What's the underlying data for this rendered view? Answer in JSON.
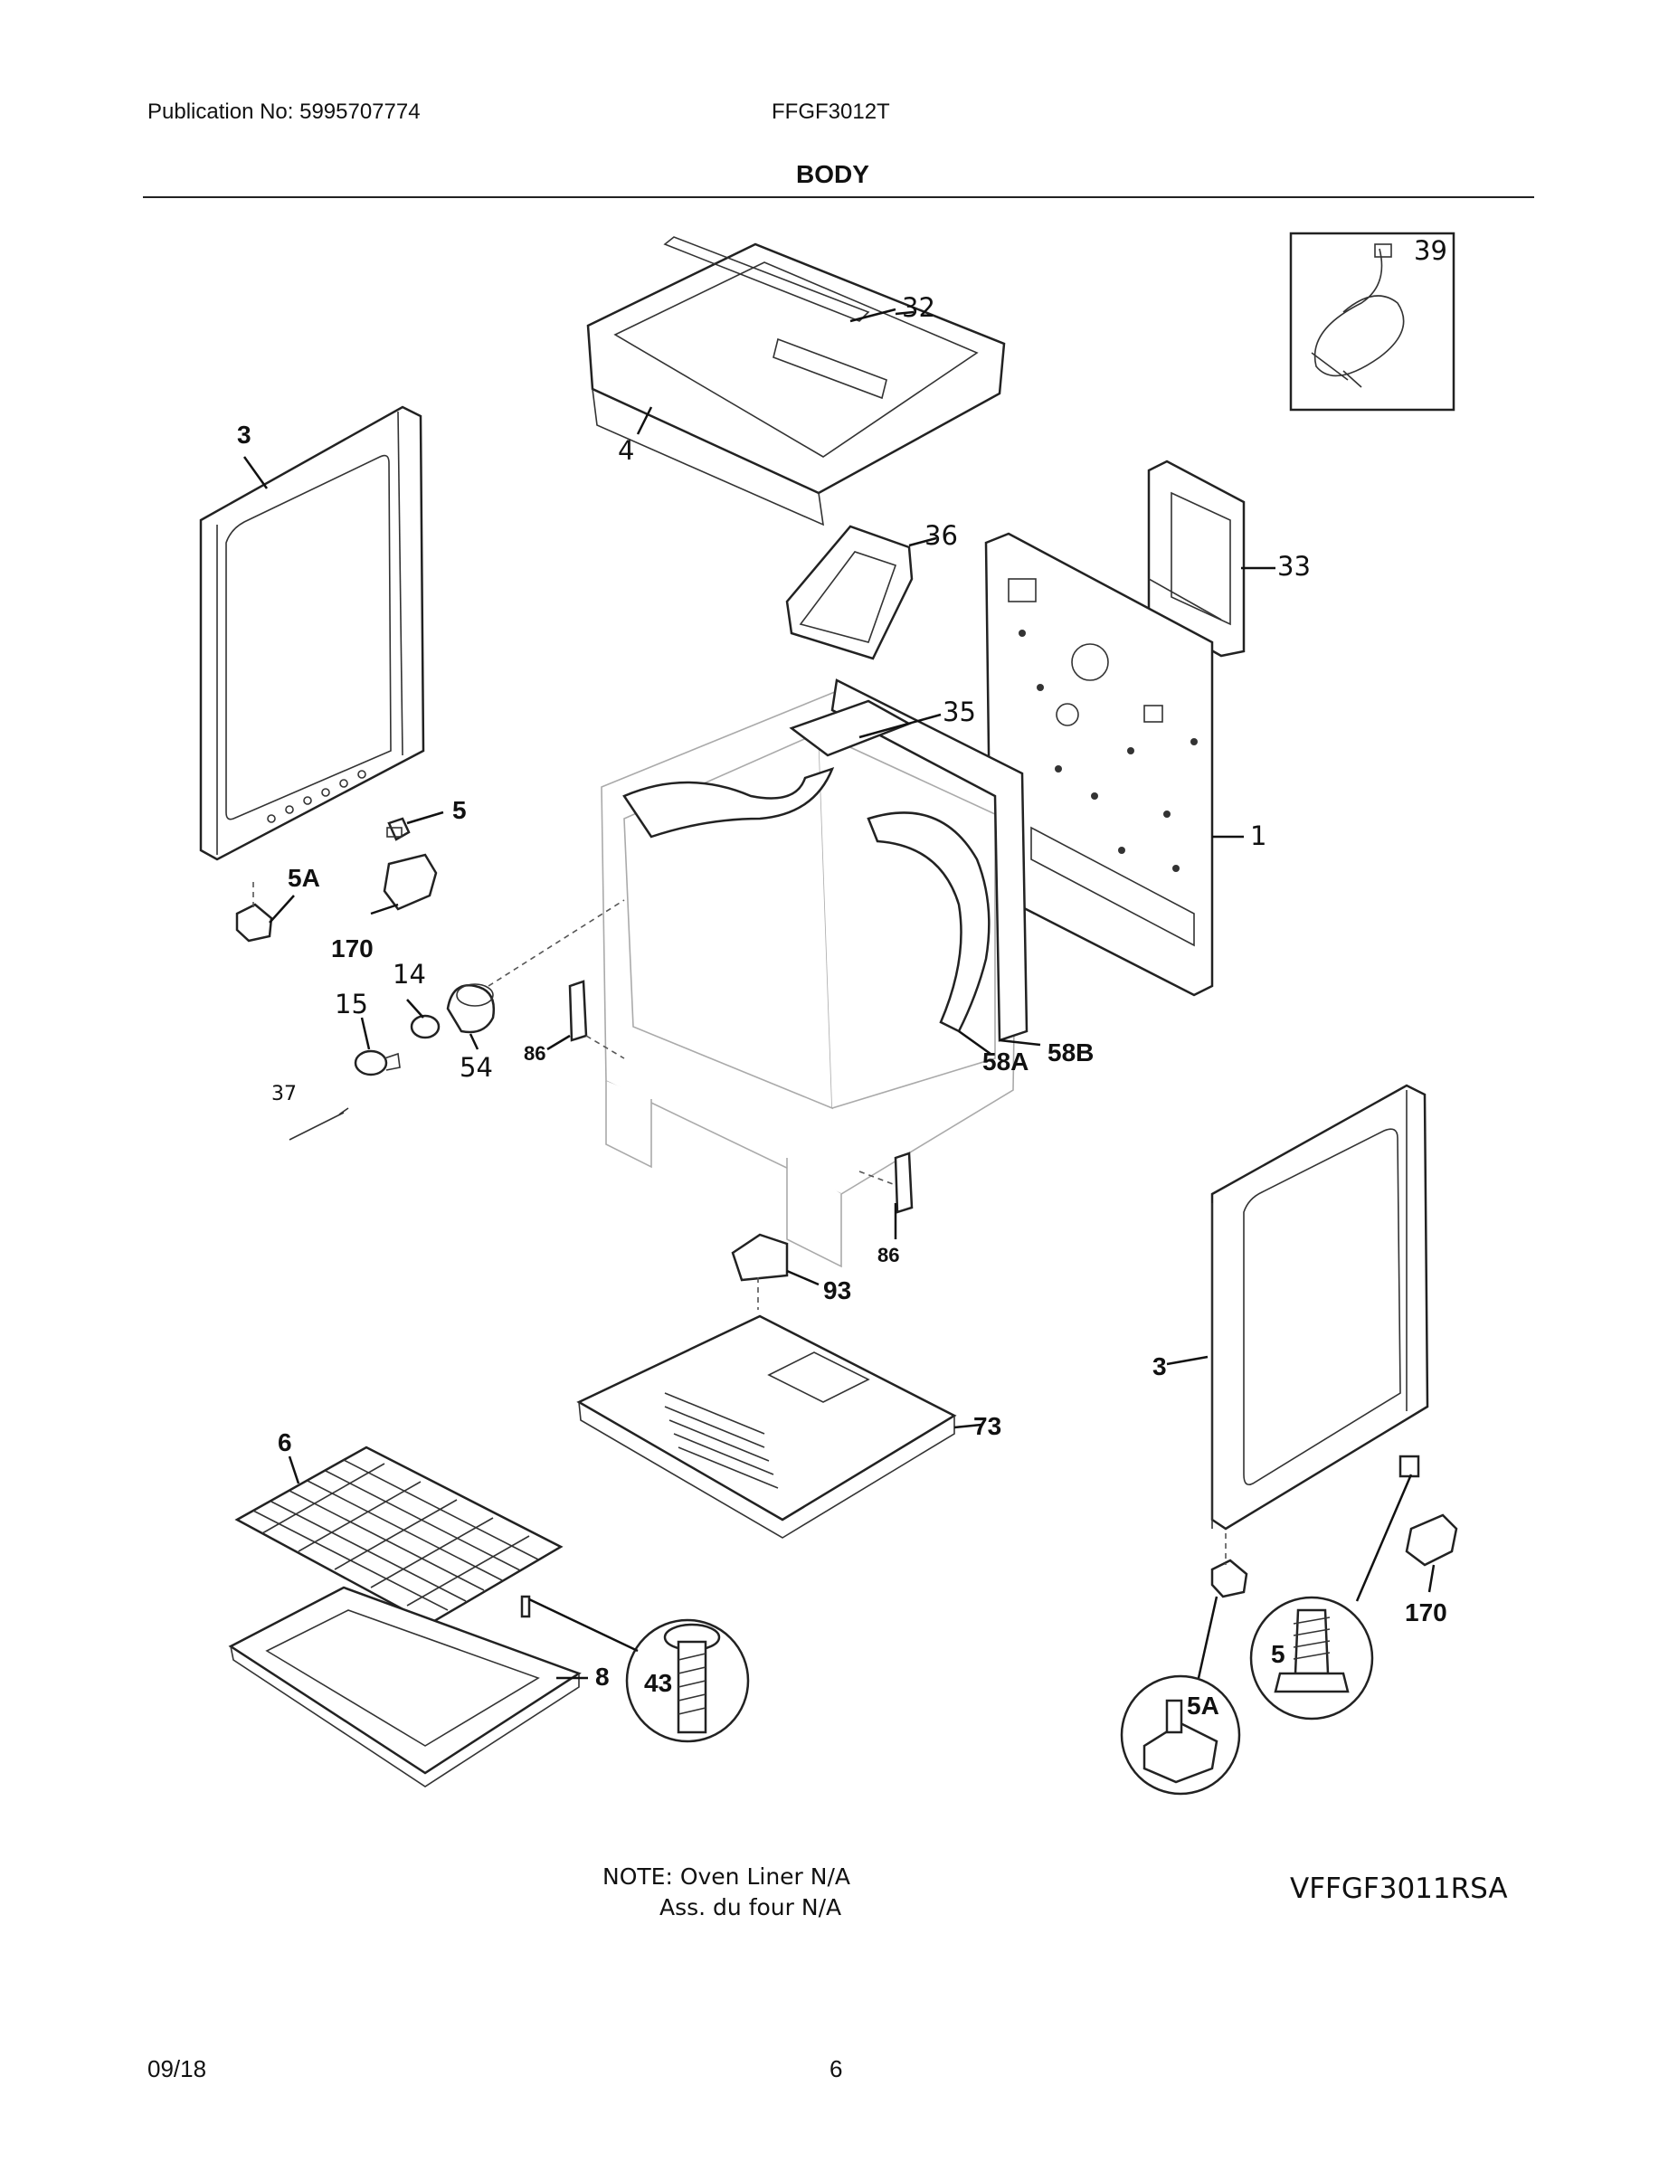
{
  "header": {
    "publication": "Publication No: 5995707774",
    "model": "FFGF3012T",
    "section_title": "BODY"
  },
  "callouts": {
    "c39": "39",
    "c32": "32",
    "c4": "4",
    "c3_left": "3",
    "c36": "36",
    "c33": "33",
    "c35": "35",
    "c1": "1",
    "c5": "5",
    "c5a": "5A",
    "c170": "170",
    "c14": "14",
    "c15": "15",
    "c54": "54",
    "c86_left": "86",
    "c58a": "58A",
    "c58b": "58B",
    "c37": "37",
    "c86_bottom": "86",
    "c93": "93",
    "c73": "73",
    "c3_right": "3",
    "c6": "6",
    "c8": "8",
    "c43": "43",
    "c170_right": "170",
    "c5_detail": "5",
    "c5a_detail": "5A"
  },
  "notes": {
    "line1": "NOTE: Oven Liner N/A",
    "line2": "Ass. du four N/A"
  },
  "diagram_code": "VFFGF3011RSA",
  "footer": {
    "date": "09/18",
    "page": "6"
  }
}
